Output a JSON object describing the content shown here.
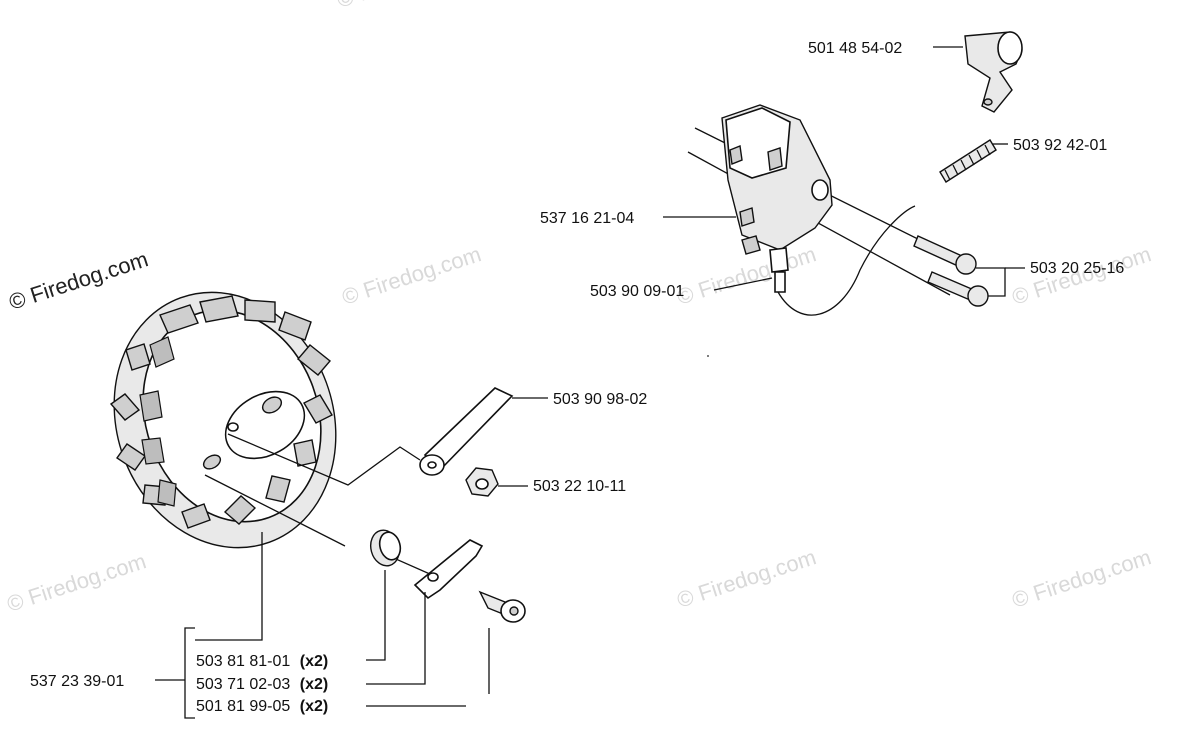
{
  "watermark": {
    "main": "© Firedog.com",
    "tiles": [
      "© Firedog.com",
      "© Firedog.com",
      "© Firedog.com",
      "© Firedog.com",
      "© Firedog.com",
      "© Firedog.com",
      "© Firedog.com"
    ]
  },
  "callouts": {
    "p_501_48_54_02": "501 48 54-02",
    "p_503_92_42_01": "503 92 42-01",
    "p_537_16_21_04": "537 16 21-04",
    "p_503_20_25_16": "503 20 25-16",
    "p_503_90_09_01": "503 90 09-01",
    "p_503_90_98_02": "503 90 98-02",
    "p_503_22_10_11": "503 22 10-11",
    "p_537_23_39_01": "537 23 39-01",
    "p_503_81_81_01": "503 81 81-01",
    "p_503_71_02_03": "503 71 02-03",
    "p_501_81_99_05": "501 81 99-05",
    "qty_x2": "(x2)"
  }
}
